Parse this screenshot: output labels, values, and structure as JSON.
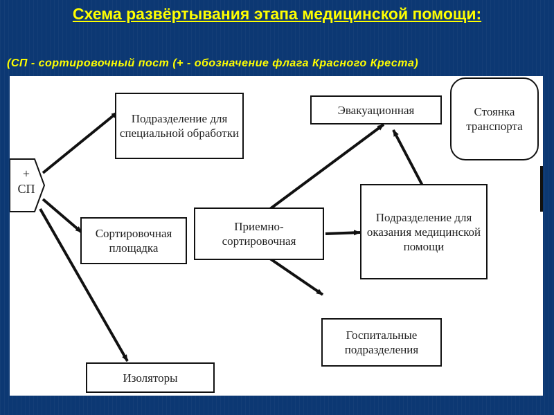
{
  "title": "Схема развёртывания этапа медицинской помощи:",
  "subtitle": "(СП - сортировочный пост (+ - обозначение флага Красного Креста)",
  "diagram": {
    "sp_plus": "+",
    "sp_label": "СП",
    "boxes": {
      "special_treatment": "Подразделение для специальной обработки",
      "sorting_area": "Сортировочная площадка",
      "isolators": "Изоляторы",
      "reception_sorting": "Приемно-сортировочная",
      "evacuation": "Эвакуационная",
      "transport_parking": "Стоянка транспорта",
      "medical_aid": "Подразделение для оказания медицинской помощи",
      "hospital_units": "Госпитальные подразделения"
    }
  }
}
